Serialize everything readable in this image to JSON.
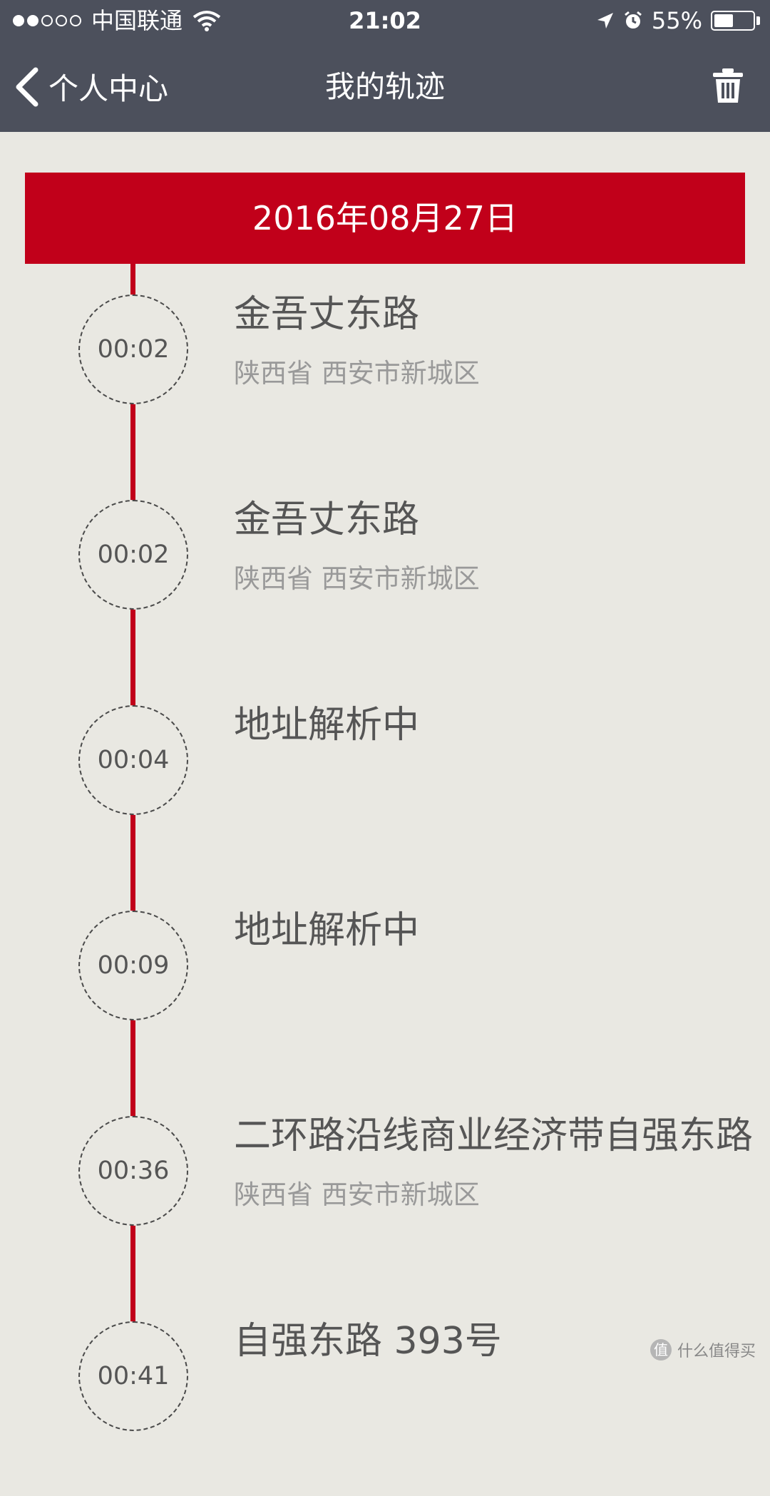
{
  "status_bar": {
    "signal_dots_filled": 2,
    "signal_dots_total": 5,
    "carrier": "中国联通",
    "time": "21:02",
    "battery_percent": "55%",
    "battery_level": 0.55
  },
  "nav": {
    "back_label": "个人中心",
    "title": "我的轨迹"
  },
  "timeline": {
    "date": "2016年08月27日",
    "entries": [
      {
        "time": "00:02",
        "place": "金吾丈东路",
        "address": "陕西省 西安市新城区"
      },
      {
        "time": "00:02",
        "place": "金吾丈东路",
        "address": "陕西省 西安市新城区"
      },
      {
        "time": "00:04",
        "place": "地址解析中",
        "address": ""
      },
      {
        "time": "00:09",
        "place": "地址解析中",
        "address": ""
      },
      {
        "time": "00:36",
        "place": "二环路沿线商业经济带自强东路",
        "address": "陕西省 西安市新城区"
      },
      {
        "time": "00:41",
        "place": "自强东路 393号",
        "address": ""
      }
    ]
  },
  "watermark": {
    "logo": "值",
    "text": "什么值得买"
  },
  "colors": {
    "nav_bg": "#4c505c",
    "accent_red": "#c1001a",
    "page_bg": "#e9e8e2"
  }
}
